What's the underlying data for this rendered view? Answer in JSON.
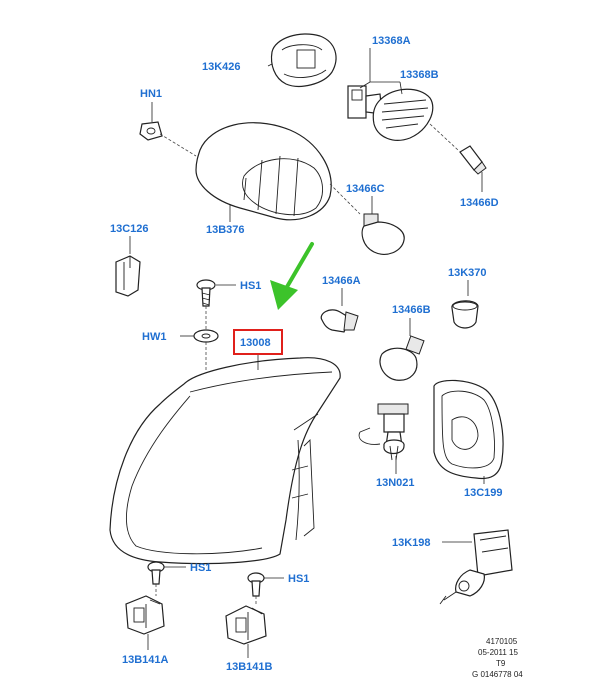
{
  "parts": {
    "p13368A": "13368A",
    "p13K426": "13K426",
    "p13368B": "13368B",
    "pHN1": "HN1",
    "p13466C": "13466C",
    "p13466D": "13466D",
    "p13B376": "13B376",
    "p13C126": "13C126",
    "p13466A": "13466A",
    "p13K370": "13K370",
    "pHS1_top": "HS1",
    "p13466B": "13466B",
    "pHW1": "HW1",
    "p13008": "13008",
    "p13N021": "13N021",
    "p13C199": "13C199",
    "p13K198": "13K198",
    "pHS1_bl": "HS1",
    "pHS1_br": "HS1",
    "p13B141A": "13B141A",
    "p13B141B": "13B141B"
  },
  "reference": {
    "line1": "4170105",
    "line2": "05-2011 15",
    "line3": "T9",
    "line4": "G 0146778 04"
  },
  "colors": {
    "label": "#1f6fd1",
    "highlight_box": "#e0201b",
    "arrow": "#3cc32a"
  }
}
